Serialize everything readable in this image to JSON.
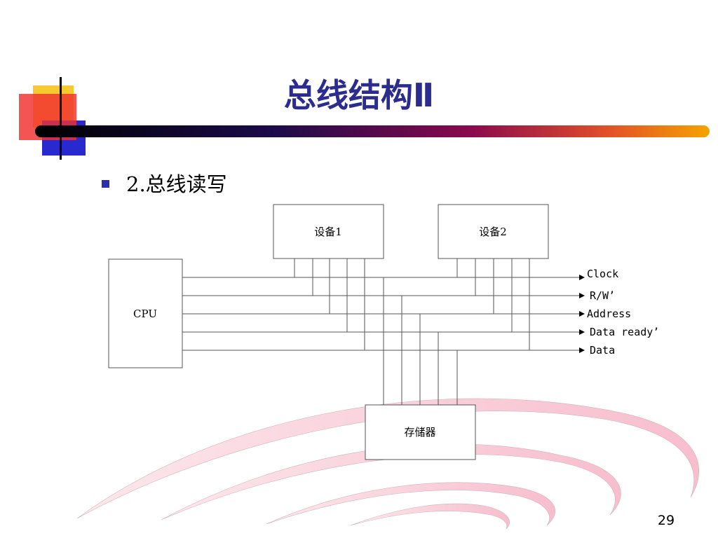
{
  "slide": {
    "title": "总线结构Ⅱ",
    "bullet": "2.总线读写",
    "page_number": "29"
  },
  "diagram": {
    "cpu_label": "CPU",
    "device1_label": "设备1",
    "device2_label": "设备2",
    "memory_label": "存储器",
    "signals": [
      "Clock",
      "R/W’",
      "Address",
      "Data ready’",
      "Data"
    ]
  },
  "colors": {
    "title": "#2c2c8e",
    "bullet": "#2d2db0",
    "bar_start": "#000000",
    "bar_end": "#f5a300"
  }
}
